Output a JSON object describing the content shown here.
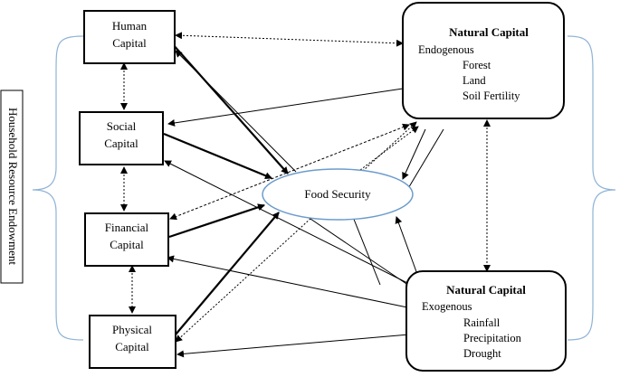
{
  "side_label": "Household Resource Endowment",
  "boxes": {
    "human": [
      "Human",
      "Capital"
    ],
    "social": [
      "Social",
      "Capital"
    ],
    "financial": [
      "Financial",
      "Capital"
    ],
    "physical": [
      "Physical",
      "Capital"
    ]
  },
  "food_security": "Food Security",
  "natural_endogenous": {
    "title": "Natural Capital",
    "subtitle": "Endogenous",
    "items": [
      "Forest",
      "Land",
      "Soil Fertility"
    ]
  },
  "natural_exogenous": {
    "title": "Natural Capital",
    "subtitle": "Exogenous",
    "items": [
      "Rainfall",
      "Precipitation",
      "Drought"
    ]
  },
  "colors": {
    "brace": "#8fb3d6",
    "ellipse": "#6d9ccc",
    "line": "#000000"
  }
}
